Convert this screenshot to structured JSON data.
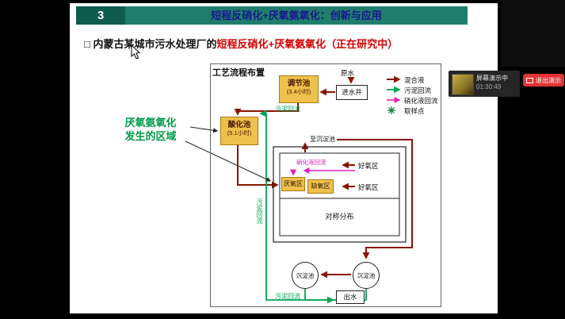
{
  "overlay": {
    "screen_share": {
      "status": "屏幕演示中",
      "timer": "01:30:49",
      "exit_label": "退出演示"
    },
    "icons": {
      "webcam": "camera-icon",
      "exit": "monitor-icon"
    }
  },
  "slide": {
    "header": {
      "number": "3",
      "title": "短程反硝化+厌氧氨氧化：创新与应用"
    },
    "bullet": {
      "marker": "□",
      "lead": "内蒙古某城市污水处理厂的",
      "highlight": "短程反硝化+厌氧氨氧化",
      "status": "（正在研究中）"
    },
    "region_note": {
      "line1": "厌氧氨氧化",
      "line2": "发生的区域"
    },
    "diagram": {
      "title": "工艺流程布置",
      "raw_water": "原水",
      "inlet_well": "进水井",
      "regulating_tank_name": "调节池",
      "regulating_tank_time": "(3.4小时)",
      "acidification_tank_name": "酸化池",
      "acidification_tank_time": "(5.1小时)",
      "sludge_return_top": "污泥回流",
      "to_sedimentation": "至沉淀池",
      "nitrate_return": "硝化液回流",
      "anaerobic_zone": "厌氧区",
      "anoxic_zone": "缺氧区",
      "aerobic_zone_top": "好氧区",
      "aerobic_zone_bottom": "好氧区",
      "symmetric_label": "对称分布",
      "sludge_return_left": "污泥回流",
      "sludge_return_bottom": "污泥回流",
      "sedimentation_left": "沉淀池",
      "sedimentation_right": "沉淀池",
      "effluent": "出水",
      "legend": {
        "mixed": "混合液",
        "sludge": "污泥回流",
        "nitrate": "硝化液回流",
        "sampling": "取样点"
      }
    },
    "colors": {
      "header_teal": "#1f7e6b",
      "header_dark": "#0d5c4c",
      "title_navy": "#17178f",
      "highlight_red": "#d00000",
      "region_green": "#009a49",
      "flow_dark_red": "#8a1500",
      "flow_green": "#00a551",
      "flow_magenta": "#e01fc0",
      "tank_yellow": "#eec04d"
    }
  }
}
